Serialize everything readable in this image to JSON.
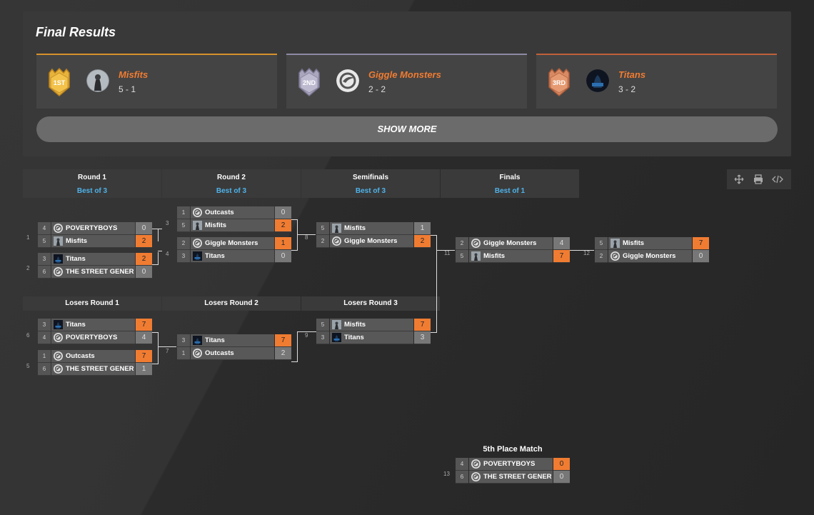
{
  "results": {
    "title": "Final Results",
    "show_more": "SHOW MORE",
    "places": [
      {
        "medal": "1ST",
        "team": "Misfits",
        "record": "5 - 1",
        "accent": "#d6922b"
      },
      {
        "medal": "2ND",
        "team": "Giggle Monsters",
        "record": "2 - 2",
        "accent": "#8c8aa4"
      },
      {
        "medal": "3RD",
        "team": "Titans",
        "record": "3 - 2",
        "accent": "#c0603a"
      }
    ]
  },
  "rounds": [
    {
      "name": "Round 1",
      "format": "Best of 3"
    },
    {
      "name": "Round 2",
      "format": "Best of 3"
    },
    {
      "name": "Semifinals",
      "format": "Best of 3"
    },
    {
      "name": "Finals",
      "format": "Best of 1"
    }
  ],
  "losers_rounds": [
    "Losers Round 1",
    "Losers Round 2",
    "Losers Round 3"
  ],
  "fifth_place_title": "5th Place Match",
  "toolbar": [
    "move-icon",
    "print-icon",
    "embed-code-icon"
  ],
  "colors": {
    "accent": "#f07c32",
    "link": "#4fb3ea"
  },
  "matches": {
    "m1": {
      "num": "1",
      "teams": [
        {
          "seed": "4",
          "name": "POVERTYBOYS",
          "score": "0",
          "win": false,
          "icon": "wing"
        },
        {
          "seed": "5",
          "name": "Misfits",
          "score": "2",
          "win": true,
          "icon": "photo"
        }
      ]
    },
    "m2": {
      "num": "2",
      "teams": [
        {
          "seed": "3",
          "name": "Titans",
          "score": "2",
          "win": true,
          "icon": "titan"
        },
        {
          "seed": "6",
          "name": "THE STREET GENER",
          "score": "0",
          "win": false,
          "icon": "wing"
        }
      ]
    },
    "m3": {
      "num": "3",
      "teams": [
        {
          "seed": "1",
          "name": "Outcasts",
          "score": "0",
          "win": false,
          "icon": "wing"
        },
        {
          "seed": "5",
          "name": "Misfits",
          "score": "2",
          "win": true,
          "icon": "photo"
        }
      ]
    },
    "m4": {
      "num": "4",
      "teams": [
        {
          "seed": "2",
          "name": "Giggle Monsters",
          "score": "1",
          "win": true,
          "icon": "wing"
        },
        {
          "seed": "3",
          "name": "Titans",
          "score": "0",
          "win": false,
          "icon": "titan"
        }
      ]
    },
    "m8": {
      "num": "8",
      "teams": [
        {
          "seed": "5",
          "name": "Misfits",
          "score": "1",
          "win": false,
          "icon": "photo"
        },
        {
          "seed": "2",
          "name": "Giggle Monsters",
          "score": "2",
          "win": true,
          "icon": "wing"
        }
      ]
    },
    "m11": {
      "num": "11",
      "teams": [
        {
          "seed": "2",
          "name": "Giggle Monsters",
          "score": "4",
          "win": false,
          "icon": "wing"
        },
        {
          "seed": "5",
          "name": "Misfits",
          "score": "7",
          "win": true,
          "icon": "photo"
        }
      ]
    },
    "m12": {
      "num": "12",
      "teams": [
        {
          "seed": "5",
          "name": "Misfits",
          "score": "7",
          "win": true,
          "icon": "photo"
        },
        {
          "seed": "2",
          "name": "Giggle Monsters",
          "score": "0",
          "win": false,
          "icon": "wing"
        }
      ]
    },
    "m6": {
      "num": "6",
      "teams": [
        {
          "seed": "3",
          "name": "Titans",
          "score": "7",
          "win": true,
          "icon": "titan"
        },
        {
          "seed": "4",
          "name": "POVERTYBOYS",
          "score": "4",
          "win": false,
          "icon": "wing"
        }
      ]
    },
    "m5": {
      "num": "5",
      "teams": [
        {
          "seed": "1",
          "name": "Outcasts",
          "score": "7",
          "win": true,
          "icon": "wing"
        },
        {
          "seed": "6",
          "name": "THE STREET GENER",
          "score": "1",
          "win": false,
          "icon": "wing"
        }
      ]
    },
    "m7": {
      "num": "7",
      "teams": [
        {
          "seed": "3",
          "name": "Titans",
          "score": "7",
          "win": true,
          "icon": "titan"
        },
        {
          "seed": "1",
          "name": "Outcasts",
          "score": "2",
          "win": false,
          "icon": "wing"
        }
      ]
    },
    "m9": {
      "num": "9",
      "teams": [
        {
          "seed": "5",
          "name": "Misfits",
          "score": "7",
          "win": true,
          "icon": "photo"
        },
        {
          "seed": "3",
          "name": "Titans",
          "score": "3",
          "win": false,
          "icon": "titan"
        }
      ]
    },
    "m13": {
      "num": "13",
      "teams": [
        {
          "seed": "4",
          "name": "POVERTYBOYS",
          "score": "0",
          "win": true,
          "icon": "wing"
        },
        {
          "seed": "6",
          "name": "THE STREET GENER",
          "score": "0",
          "win": false,
          "icon": "wing"
        }
      ]
    }
  }
}
